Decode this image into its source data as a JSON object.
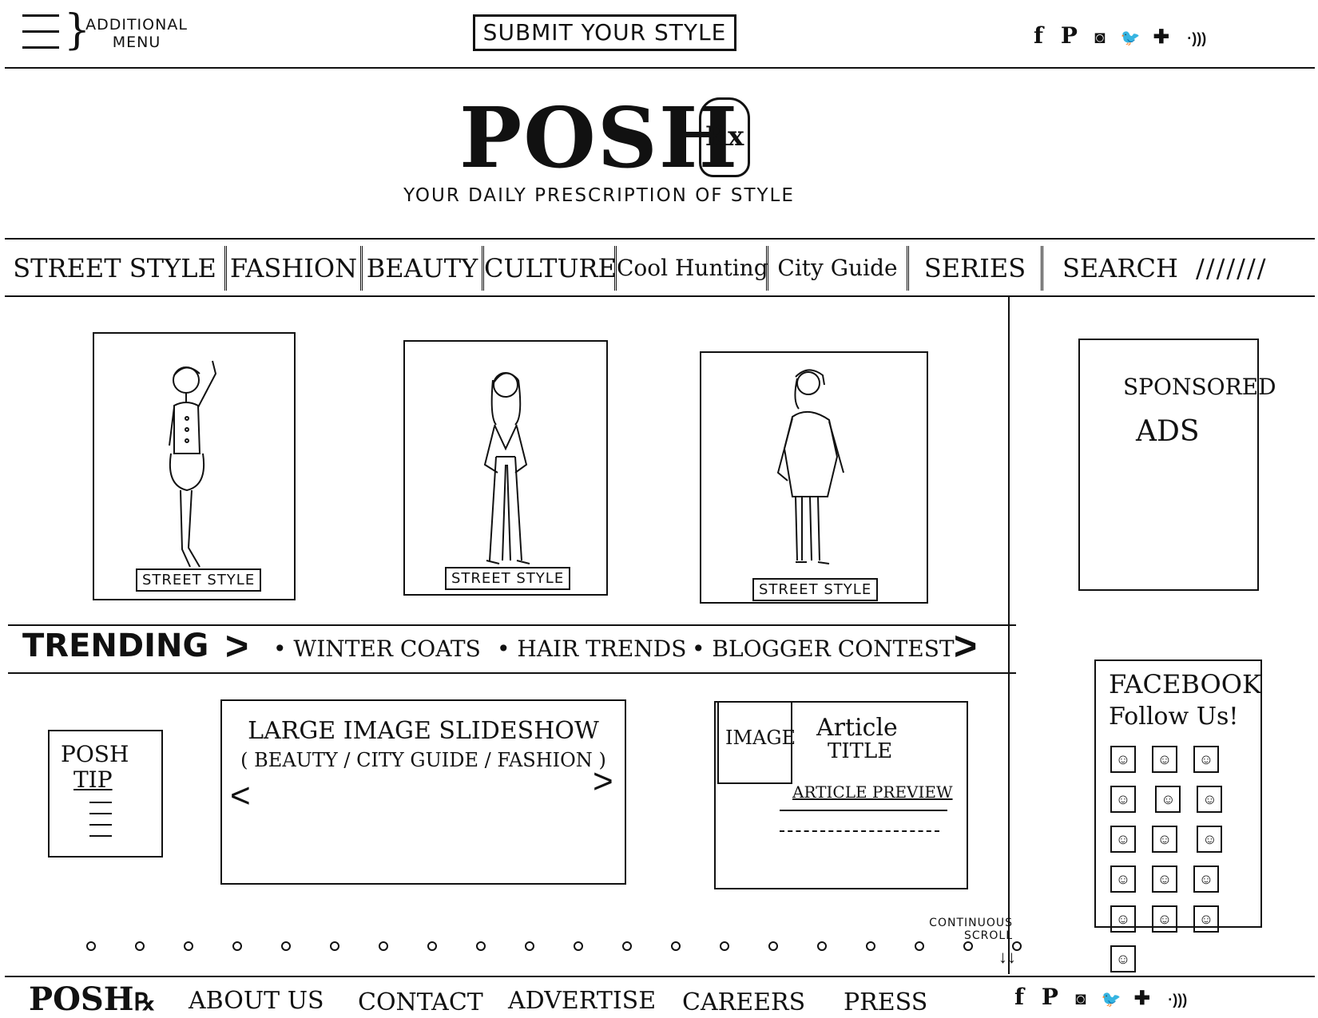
{
  "header": {
    "menu_label": "ADDITIONAl MENU",
    "submit_label": "SUBMIT YOUR STYlE",
    "social_icons": [
      "f",
      "P",
      "◙",
      "🐦",
      "✚",
      "·)))"
    ]
  },
  "brand": {
    "logo": "POSH",
    "rx": "Rx",
    "tagline": "YOUR DAILY PRESCRIPTION OF STYLE"
  },
  "nav": {
    "items": [
      "STREET STYLE",
      "FASHION",
      "BEAUTY",
      "CULTURE",
      "Cool Hunting",
      "City Guide",
      "SERIES"
    ],
    "search": "SEARCH",
    "search_hatch": "///////"
  },
  "featured": {
    "cards": [
      {
        "tag": "STREET STYLE"
      },
      {
        "tag": "STREET STYLE"
      },
      {
        "tag": "STREET STYLE"
      }
    ]
  },
  "sidebar": {
    "ads_line1": "SPONSORED",
    "ads_line2": "ADS",
    "facebook_title": "FACEBOOK",
    "facebook_follow": "Follow Us!"
  },
  "trending": {
    "label": "TRENDING",
    "items": [
      "• WINTER COATS",
      "• HAIR TRENDS",
      "• BLOGGER CONTEST"
    ]
  },
  "content": {
    "tip_line1": "POSH",
    "tip_line2": "TIP",
    "slideshow_line1": "LARGE IMAGE SLIDESHOW",
    "slideshow_line2": "( BEAUTY / CITY GUIDE / FASHION )",
    "article_image": "IMAGE",
    "article_title_line1": "Article",
    "article_title_line2": "TITLE",
    "article_preview": "ARTICLE PREVIEW",
    "continuous_line1": "CONTINUOUS",
    "continuous_line2": "SCROLL"
  },
  "footer": {
    "logo": "POSH",
    "links": [
      "ABOUT US",
      "CONTACT",
      "ADVERTISE",
      "CAREERS",
      "PRESS"
    ],
    "social_icons": [
      "f",
      "P",
      "◙",
      "🐦",
      "✚",
      "·)))"
    ]
  }
}
